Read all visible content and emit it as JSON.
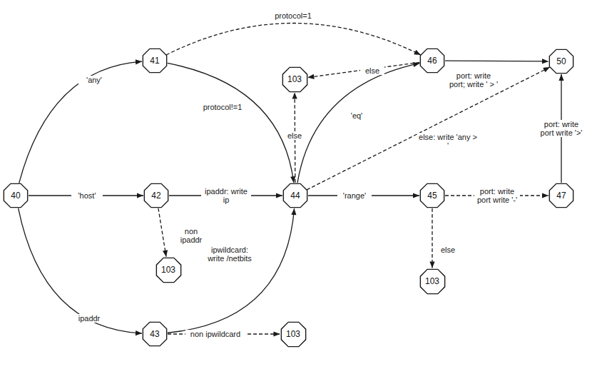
{
  "diagram": {
    "nodes": [
      {
        "text": [
          "41"
        ]
      },
      {
        "text": [
          "103"
        ]
      },
      {
        "text": [
          "46"
        ]
      },
      {
        "text": [
          "50"
        ]
      },
      {
        "text": [
          "40"
        ]
      },
      {
        "text": [
          "42"
        ]
      },
      {
        "text": [
          "44"
        ]
      },
      {
        "text": [
          "45"
        ]
      },
      {
        "text": [
          "47"
        ]
      },
      {
        "text": [
          "103"
        ]
      },
      {
        "text": [
          "103"
        ]
      },
      {
        "text": [
          "43"
        ]
      },
      {
        "text": [
          "103"
        ]
      }
    ],
    "edges": [
      {
        "from": 4,
        "to": 0,
        "label": "'any'",
        "arrow": "to"
      },
      {
        "from": 4,
        "to": 5,
        "label": "'host'",
        "arrow": "to"
      },
      {
        "from": 4,
        "to": 11,
        "label": "ipaddr",
        "arrow": "to"
      },
      {
        "from": 0,
        "to": 2,
        "label": "protocol=1",
        "arrow": "to"
      },
      {
        "from": 0,
        "to": 6,
        "label": "protocol!=1",
        "arrow": "to"
      },
      {
        "from": 5,
        "to": 6,
        "label": "ipaddr: write ip",
        "arrow": "to"
      },
      {
        "from": 5,
        "to": 9,
        "label": "non ipaddr",
        "arrow": "to"
      },
      {
        "from": 11,
        "to": 6,
        "label": "ipwildcard: write /netbits",
        "arrow": "to"
      },
      {
        "from": 11,
        "to": 12,
        "label": "non ipwildcard",
        "arrow": "to"
      },
      {
        "from": 6,
        "to": 1,
        "label": "else",
        "arrow": "to"
      },
      {
        "from": 6,
        "to": 2,
        "label": "'eq'",
        "arrow": "to"
      },
      {
        "from": 6,
        "to": 3,
        "label": "else: write 'any > '",
        "arrow": "to"
      },
      {
        "from": 6,
        "to": 7,
        "label": "'range'",
        "arrow": "to"
      },
      {
        "from": 2,
        "to": 1,
        "label": "else",
        "arrow": "to"
      },
      {
        "from": 2,
        "to": 3,
        "label": "port: write port; write ' > '",
        "arrow": "to"
      },
      {
        "from": 7,
        "to": 8,
        "label": "port: write port write '-'",
        "arrow": "to"
      },
      {
        "from": 7,
        "to": 10,
        "label": "else",
        "arrow": "to"
      },
      {
        "from": 8,
        "to": 3,
        "label": "port: write port write '>'",
        "arrow": "to"
      }
    ]
  }
}
